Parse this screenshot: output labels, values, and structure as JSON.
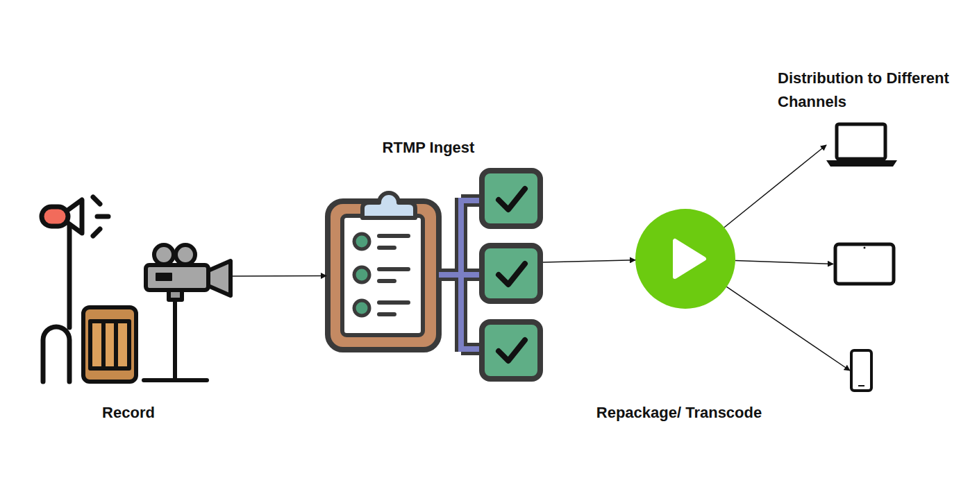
{
  "diagram": {
    "nodes": [
      {
        "text": [
          "Record"
        ]
      },
      {
        "text": [
          "RTMP Ingest"
        ]
      },
      {
        "text": [
          "Repackage/ Transcode"
        ]
      },
      {
        "text": []
      },
      {
        "text": []
      },
      {
        "text": []
      }
    ],
    "edges": [
      {
        "from": 0,
        "to": 1,
        "arrow": "to"
      },
      {
        "from": 1,
        "to": 2,
        "arrow": "to"
      },
      {
        "from": 2,
        "to": 3,
        "arrow": "to"
      },
      {
        "from": 2,
        "to": 4,
        "arrow": "to"
      },
      {
        "from": 2,
        "to": 5,
        "arrow": "to"
      }
    ],
    "labels": [
      "Distribution to Different Channels"
    ]
  }
}
